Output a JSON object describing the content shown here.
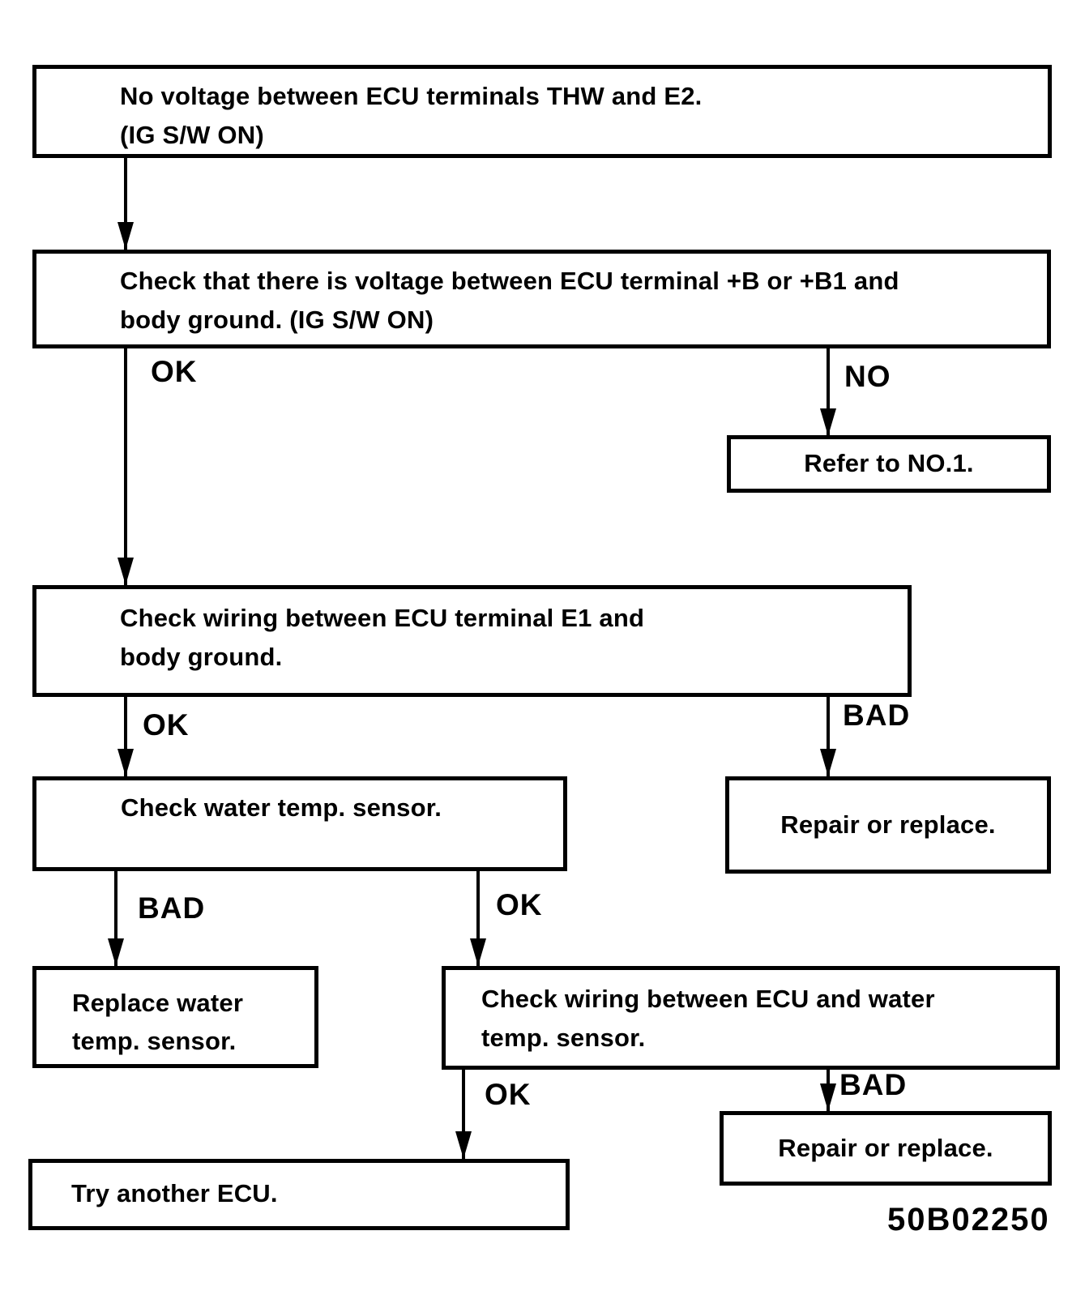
{
  "code": "50B02250",
  "nodes": {
    "symptom": {
      "line1": "No voltage between ECU terminals THW and E2.",
      "line2": "(IG S/W ON)"
    },
    "check_voltage": {
      "line1": "Check that there is voltage between ECU terminal +B or +B1 and",
      "line2": "body ground.",
      "line2b": "(IG S/W ON)"
    },
    "refer_no1": "Refer to NO.1.",
    "check_wiring_e1": {
      "line1": "Check wiring between ECU terminal E1 and",
      "line2": "body ground."
    },
    "check_water_temp_sensor": "Check water temp. sensor.",
    "repair_or_replace_1": "Repair or replace.",
    "replace_water_temp_sensor": {
      "line1": "Replace water",
      "line2": "temp. sensor."
    },
    "check_wiring_ecu_water": {
      "line1": "Check wiring between ECU and water",
      "line2": "temp. sensor."
    },
    "try_another_ecu": "Try another ECU.",
    "repair_or_replace_2": "Repair or replace."
  },
  "branch_labels": {
    "b1_ok": "OK",
    "b1_no": "NO",
    "b2_ok": "OK",
    "b2_bad": "BAD",
    "b3_bad": "BAD",
    "b3_ok": "OK",
    "b4_ok": "OK",
    "b4_bad": "BAD"
  },
  "colors": {
    "ink": "#000000",
    "paper": "#ffffff"
  }
}
